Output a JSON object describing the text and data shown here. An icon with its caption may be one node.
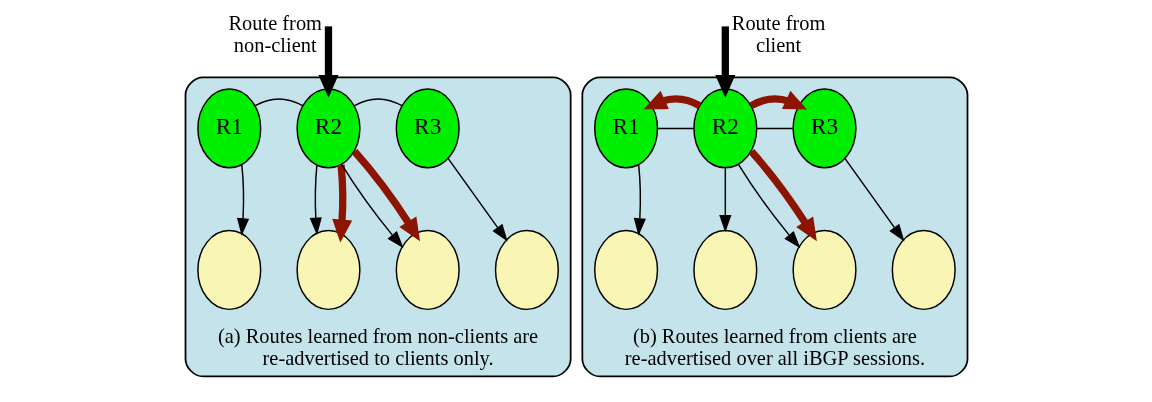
{
  "diagram": {
    "nodes": [
      {
        "text": [],
        "shape": "cloud",
        "beside": [
          "(a) Routes learned from non-clients are re-advertised to clients only."
        ]
      },
      {
        "text": [
          "R1"
        ],
        "in": 0
      },
      {
        "text": [
          "R2"
        ],
        "in": 0
      },
      {
        "text": [
          "R3"
        ],
        "in": 0
      },
      {
        "text": [],
        "shape": "ellipse",
        "in": 0
      },
      {
        "text": [],
        "shape": "ellipse",
        "in": 0
      },
      {
        "text": [],
        "shape": "ellipse",
        "in": 0
      },
      {
        "text": [],
        "shape": "ellipse",
        "in": 0
      },
      {
        "text": [],
        "shape": "cloud",
        "beside": [
          "(b) Routes learned from clients are re-advertised over all iBGP sessions."
        ]
      },
      {
        "text": [
          "R1"
        ],
        "in": 8
      },
      {
        "text": [
          "R2"
        ],
        "in": 8
      },
      {
        "text": [
          "R3"
        ],
        "in": 8
      },
      {
        "text": [],
        "shape": "ellipse",
        "in": 8
      },
      {
        "text": [],
        "shape": "ellipse",
        "in": 8
      },
      {
        "text": [],
        "shape": "ellipse",
        "in": 8
      },
      {
        "text": [],
        "shape": "ellipse",
        "in": 8
      }
    ],
    "edges": [
      {
        "from": 1,
        "to": 2,
        "arrow": "none"
      },
      {
        "from": 2,
        "to": 3,
        "arrow": "none"
      },
      {
        "from": 1,
        "to": 4,
        "arrow": "to"
      },
      {
        "from": 2,
        "to": 5,
        "arrow": "to"
      },
      {
        "from": 2,
        "to": 6,
        "arrow": "to"
      },
      {
        "from": 3,
        "to": 7,
        "arrow": "to"
      },
      {
        "from": null,
        "to": 2,
        "arrow": "to",
        "style": "thick",
        "label": "Route from non-client"
      },
      {
        "from": 2,
        "to": 5,
        "arrow": "to",
        "style": "thick",
        "color": "#8b1500"
      },
      {
        "from": 2,
        "to": 6,
        "arrow": "to",
        "style": "thick",
        "color": "#8b1500"
      },
      {
        "from": 9,
        "to": 10,
        "arrow": "none"
      },
      {
        "from": 10,
        "to": 11,
        "arrow": "none"
      },
      {
        "from": 9,
        "to": 12,
        "arrow": "to"
      },
      {
        "from": 10,
        "to": 13,
        "arrow": "to"
      },
      {
        "from": 10,
        "to": 14,
        "arrow": "to"
      },
      {
        "from": 11,
        "to": 15,
        "arrow": "to"
      },
      {
        "from": null,
        "to": 10,
        "arrow": "to",
        "style": "thick",
        "label": "Route from client"
      },
      {
        "from": 10,
        "to": 9,
        "arrow": "to",
        "style": "thick",
        "color": "#8b1500"
      },
      {
        "from": 10,
        "to": 11,
        "arrow": "to",
        "style": "thick",
        "color": "#8b1500"
      },
      {
        "from": 10,
        "to": 14,
        "arrow": "to",
        "style": "thick",
        "color": "#8b1500"
      }
    ]
  }
}
